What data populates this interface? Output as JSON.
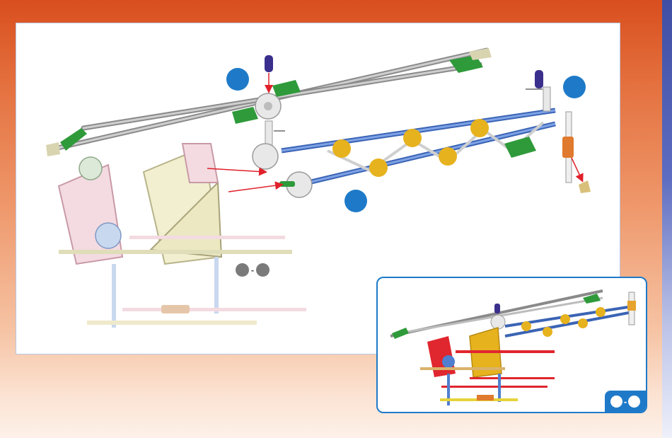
{
  "colors": {
    "step_circle": "#1e7ac8",
    "range_dot": "#7a7a7a",
    "arrow": "#e0202a",
    "rod_gray": "#a9a9a9",
    "rod_blue": "#4f7fce",
    "connector_green": "#2f9a3a",
    "connector_yellow": "#e6b21e",
    "connector_white": "#d9d9d9",
    "connector_purple": "#3a2f8c",
    "connector_orange": "#e07a2e",
    "connector_pink": "#e6b9c4",
    "connector_ivory": "#ebe8c2",
    "rod_red": "#e0262e",
    "inset_border": "#1e7ac8"
  },
  "step_markers": [
    {
      "id": "step-a",
      "label": ""
    },
    {
      "id": "step-b",
      "label": ""
    },
    {
      "id": "step-c",
      "label": ""
    }
  ],
  "range_badge": {
    "start": "",
    "separator": "-",
    "end": ""
  },
  "inset_badge": {
    "start": "",
    "separator": "-",
    "end": ""
  }
}
